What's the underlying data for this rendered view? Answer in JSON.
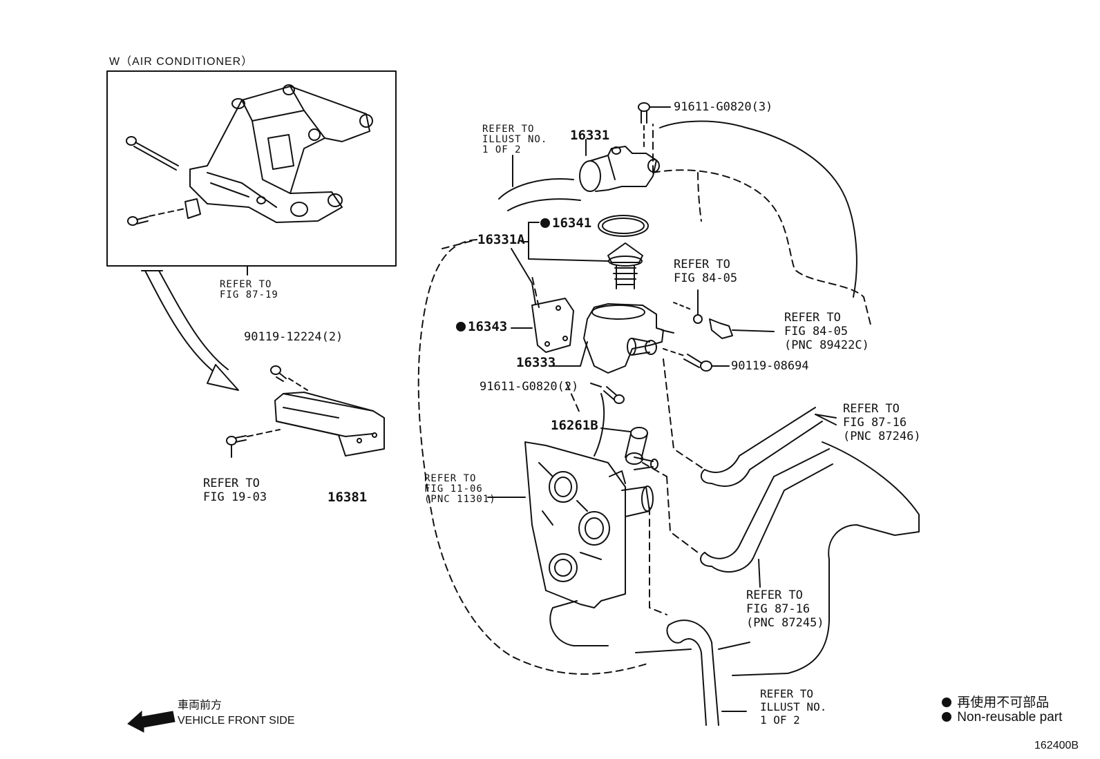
{
  "inset": {
    "title": "W（AIR CONDITIONER）"
  },
  "labels": {
    "refer_87_19": [
      "REFER TO",
      "FIG 87-19"
    ],
    "bolt_90119_12224": "90119-12224(2)",
    "refer_19_03": [
      "REFER TO",
      "FIG 19-03"
    ],
    "part_16381": "16381",
    "refer_illust_top": [
      "REFER TO",
      "ILLUST NO.",
      "1 OF 2"
    ],
    "part_16331": "16331",
    "bolt_91611_g0820_3": "91611-G0820(3)",
    "part_16341": "16341",
    "part_16331a": "16331A",
    "refer_84_05_a": [
      "REFER TO",
      "FIG 84-05"
    ],
    "refer_84_05_b": [
      "REFER TO",
      "FIG 84-05",
      "(PNC 89422C)"
    ],
    "part_16343": "16343",
    "part_16333": "16333",
    "bolt_90119_08694": "90119-08694",
    "bolt_91611_g0820_2": "91611-G0820(2)",
    "part_16261b": "16261B",
    "refer_87_16_a": [
      "REFER TO",
      "FIG 87-16",
      "(PNC 87246)"
    ],
    "refer_11_06": [
      "REFER TO",
      "FIG 11-06",
      "(PNC 11301)"
    ],
    "refer_87_16_b": [
      "REFER TO",
      "FIG 87-16",
      "(PNC 87245)"
    ],
    "refer_illust_bottom": [
      "REFER TO",
      "ILLUST NO.",
      "1 OF 2"
    ]
  },
  "front": {
    "jp": "車両前方",
    "en": "VEHICLE FRONT SIDE"
  },
  "legend": {
    "jp": "再使用不可部品",
    "en": "Non-reusable part"
  },
  "figure_id": "162400B"
}
